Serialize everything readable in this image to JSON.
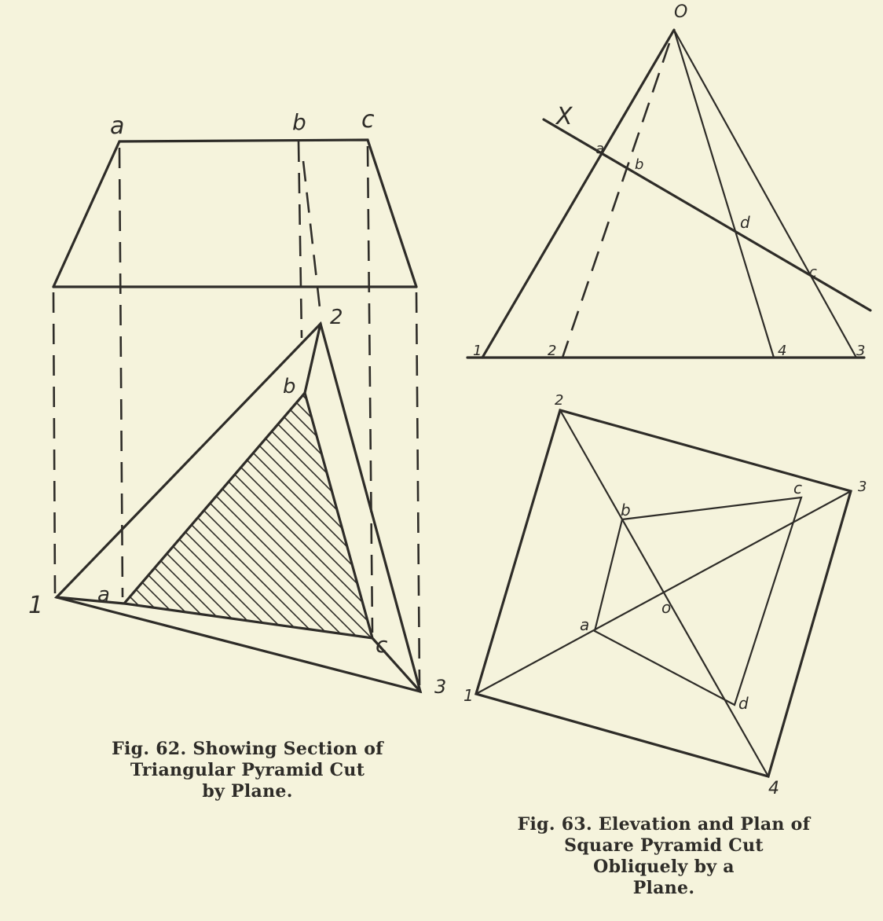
{
  "fig62": {
    "labels": {
      "a_top": "a",
      "b_top": "b",
      "c_top": "c",
      "p1": "1",
      "p2": "2",
      "p3": "3",
      "a": "a",
      "b": "b",
      "c": "c"
    },
    "caption": [
      "Fig. 62.  Showing Section of",
      "Triangular Pyramid Cut",
      "by Plane."
    ]
  },
  "fig63": {
    "elevation_labels": {
      "O": "O",
      "X": "X",
      "a": "a",
      "b": "b",
      "d": "d",
      "c": "c",
      "p1": "1",
      "p2": "2",
      "p4": "4",
      "p3": "3"
    },
    "plan_labels": {
      "p1": "1",
      "p2": "2",
      "p3": "3",
      "p4": "4",
      "O": "o",
      "a": "a",
      "b": "b",
      "c": "c",
      "d": "d"
    },
    "caption": [
      "Fig. 63.  Elevation and Plan of",
      "Square  Pyramid  Cut",
      "Obliquely by a",
      "Plane."
    ]
  },
  "colors": {
    "ink": "#2e2c28",
    "paper": "#f5f3dc"
  }
}
